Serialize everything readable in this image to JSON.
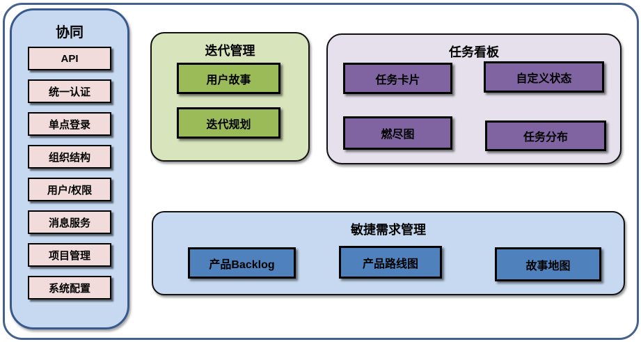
{
  "diagram": {
    "sidebar": {
      "title": "协同",
      "items": [
        "API",
        "统一认证",
        "单点登录",
        "组织结构",
        "用户/权限",
        "消息服务",
        "项目管理",
        "系统配置"
      ]
    },
    "iteration": {
      "title": "迭代管理",
      "items": [
        "用户故事",
        "迭代规划"
      ]
    },
    "taskboard": {
      "title": "任务看板",
      "items": [
        "任务卡片",
        "自定义状态",
        "燃尽图",
        "任务分布"
      ]
    },
    "agile": {
      "title": "敏捷需求管理",
      "items": [
        "产品Backlog",
        "产品路线图",
        "故事地图"
      ]
    },
    "colors": {
      "frame_border": "#44618f",
      "sidebar_fill": "#c6d9f1",
      "sidebar_border": "#37598c",
      "pink_node": "#f2dcdb",
      "green_container": "#d7e4bc",
      "green_node": "#9bbb59",
      "purple_container": "#e5e0ec",
      "purple_node": "#8064a2",
      "blue_container": "#c6d9f1",
      "blue_node": "#4f81bd",
      "node_border": "#000000"
    }
  }
}
